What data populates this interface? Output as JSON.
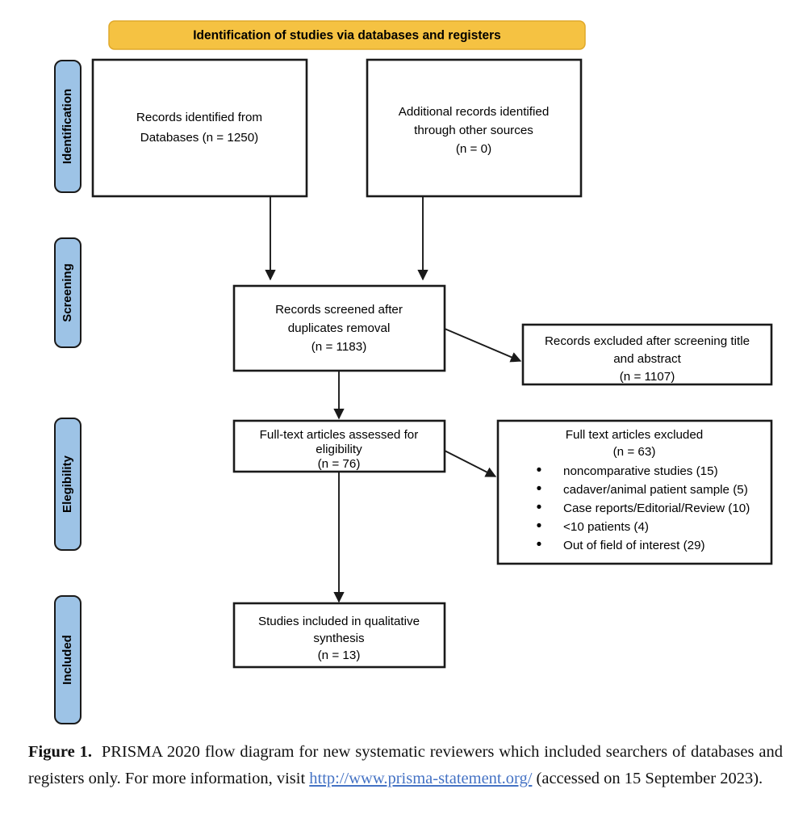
{
  "figure": {
    "banner": {
      "label": "Identification of studies via databases and registers",
      "fill_color": "#F5C242"
    },
    "stage_pills": [
      {
        "label": "Identification",
        "fill_color": "#9DC3E6"
      },
      {
        "label": "Screening",
        "fill_color": "#9DC3E6"
      },
      {
        "label": "Elegibility",
        "fill_color": "#9DC3E6"
      },
      {
        "label": "Included",
        "fill_color": "#9DC3E6"
      }
    ],
    "boxes": {
      "records_databases": {
        "lines": [
          "Records identified from",
          "Databases (n = 1250)"
        ]
      },
      "records_other_sources": {
        "lines": [
          "Additional records identified",
          "through other sources",
          "(n = 0)"
        ]
      },
      "records_screened": {
        "lines": [
          "Records screened after",
          "duplicates removal",
          "(n = 1183)"
        ]
      },
      "records_excluded": {
        "lines": [
          "Records excluded after screening title",
          "and abstract",
          "(n = 1107)"
        ]
      },
      "fulltext_assessed": {
        "lines": [
          "Full-text articles assessed for",
          "eligibility",
          "(n = 76)"
        ]
      },
      "fulltext_excluded": {
        "header_lines": [
          "Full text articles excluded",
          "(n = 63)"
        ],
        "bullets": [
          "noncomparative studies (15)",
          "cadaver/animal patient sample (5)",
          "Case reports/Editorial/Review (10)",
          "<10 patients (4)",
          "Out of field of interest (29)"
        ]
      },
      "studies_included": {
        "lines": [
          "Studies included in qualitative",
          "synthesis",
          "(n = 13)"
        ]
      }
    }
  },
  "caption": {
    "figure_label": "Figure 1.",
    "text_before_link": "PRISMA 2020 flow diagram for new systematic reviewers which included searchers of databases and registers only. For more information, visit ",
    "link_text": "http://www.prisma-statement.org/",
    "text_after_link": " (accessed on 15 September 2023).",
    "link_color": "#4472C4"
  }
}
